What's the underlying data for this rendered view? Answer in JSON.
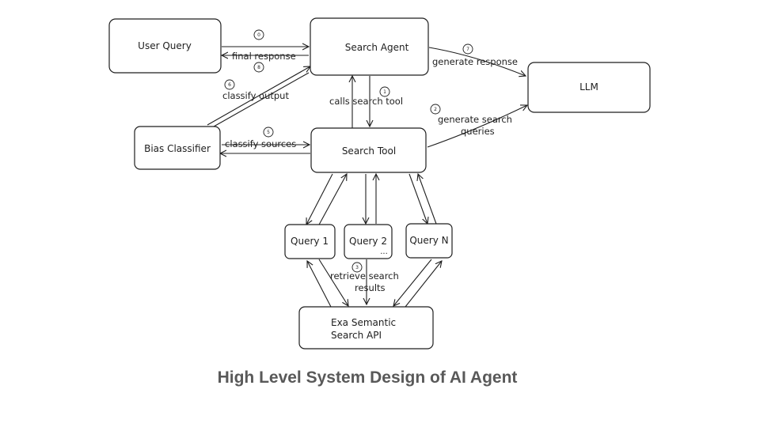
{
  "nodes": {
    "user_query": "User Query",
    "search_agent": "Search Agent",
    "llm": "LLM",
    "bias_classifier": "Bias Classifier",
    "search_tool": "Search Tool",
    "query_1": "Query 1",
    "query_2": "Query 2",
    "query_2_more": "...",
    "query_n": "Query N",
    "exa_api_line1": "Exa Semantic",
    "exa_api_line2": "Search API"
  },
  "edges": {
    "final_response": "final response",
    "generate_response": "generate response",
    "calls_search_tool": "calls search tool",
    "classify_output": "classify output",
    "generate_search_queries_line1": "generate search",
    "generate_search_queries_line2": "queries",
    "classify_sources": "classify sources",
    "retrieve_search_results_line1": "retrieve search",
    "retrieve_search_results_line2": "results"
  },
  "steps": {
    "s0": "0",
    "s1": "1",
    "s2": "2",
    "s3": "3",
    "s5": "5",
    "s6": "6",
    "s7": "7",
    "s8": "8"
  },
  "caption": "High Level System Design of AI Agent"
}
